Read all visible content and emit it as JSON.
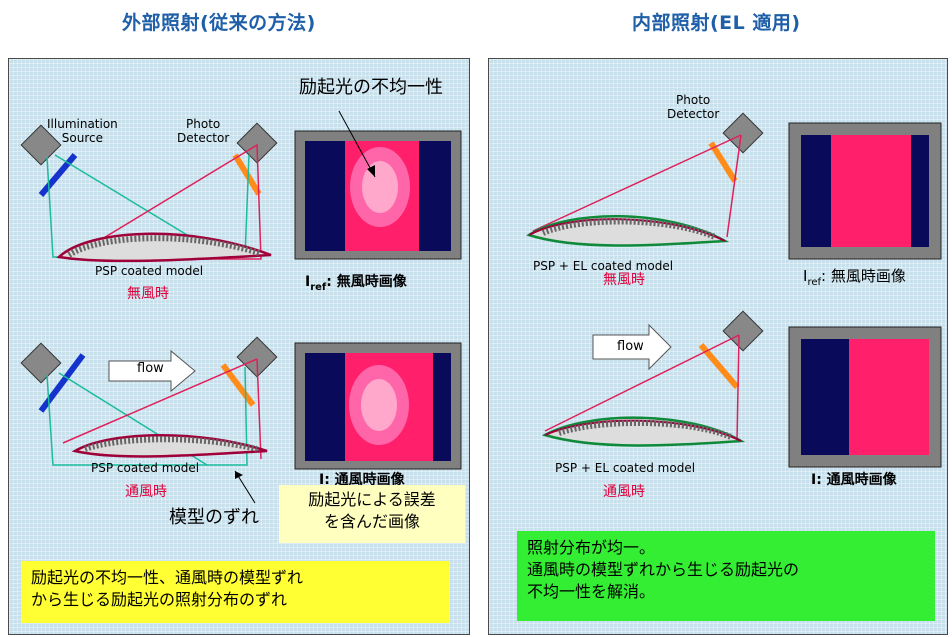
{
  "left_title": "外部照射(従来の方法)",
  "right_title": "内部照射(EL 適用)",
  "left": {
    "illumination_source": "Illumination\nSource",
    "photo_detector": "Photo\nDetector",
    "nonuniform_label": "励起光の不均一性",
    "model_label": "PSP coated model",
    "nowind": "無風時",
    "wind": "通風時",
    "flow": "flow",
    "iref_main": "I",
    "iref_sub": "ref",
    "iref_caption": ": 無風時画像",
    "i_caption": "I: 通風時画像",
    "model_shift": "模型のずれ",
    "error_image": "励起光による誤差\nを含んだ画像",
    "summary": "励起光の不均一性、通風時の模型ずれ\nから生じる励起光の照射分布のずれ"
  },
  "right": {
    "photo_detector": "Photo\nDetector",
    "model_label": "PSP + EL coated model",
    "nowind": "無風時",
    "wind": "通風時",
    "flow": "flow",
    "iref_main": "I",
    "iref_sub": "ref",
    "iref_caption": ": 無風時画像",
    "i_caption": "I: 通風時画像",
    "summary": "照射分布が均一。\n通風時の模型ずれから生じる励起光の\n不均一性を解消。"
  },
  "colors": {
    "title": "#1f5fa8",
    "panel_bg": "#c8e0ec",
    "navy": "#0a0a5a",
    "magenta": "#ff1f6a",
    "pink_light": "#ff88bb",
    "teal": "#1abc9c",
    "yellow": "#ffff33",
    "green": "#33ee33"
  }
}
